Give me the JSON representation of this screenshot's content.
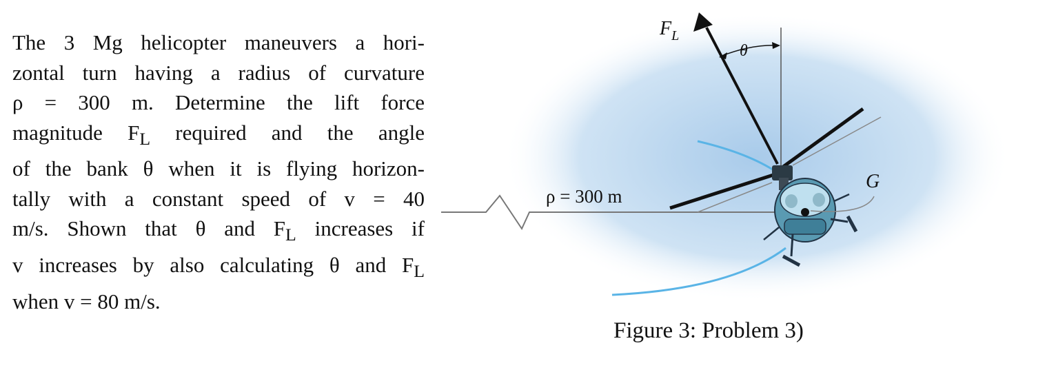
{
  "problem": {
    "lines": [
      [
        "The 3 Mg helicopter maneuvers a hori-"
      ],
      [
        "zontal turn having a radius of curvature"
      ],
      [
        "ρ = 300 m. Determine the lift force"
      ],
      [
        "magnitude F",
        "L",
        " required and the angle"
      ],
      [
        "of the bank θ when it is flying horizon-"
      ],
      [
        "tally with a constant speed of v = 40"
      ],
      [
        "m/s. Shown that θ and F",
        "L",
        " increases if"
      ],
      [
        "v increases by also calculating θ and F",
        "L"
      ],
      [
        "when v = 80 m/s."
      ]
    ]
  },
  "figure": {
    "label_force": "F",
    "label_force_sub": "L",
    "label_angle": "θ",
    "label_radius": "ρ = 300 m",
    "label_center": "G",
    "caption": "Figure 3: Problem 3)",
    "colors": {
      "sky": "#d6e7f5",
      "path": "#5ab4e6",
      "body": "#5a9ab2",
      "line": "#111111"
    }
  }
}
